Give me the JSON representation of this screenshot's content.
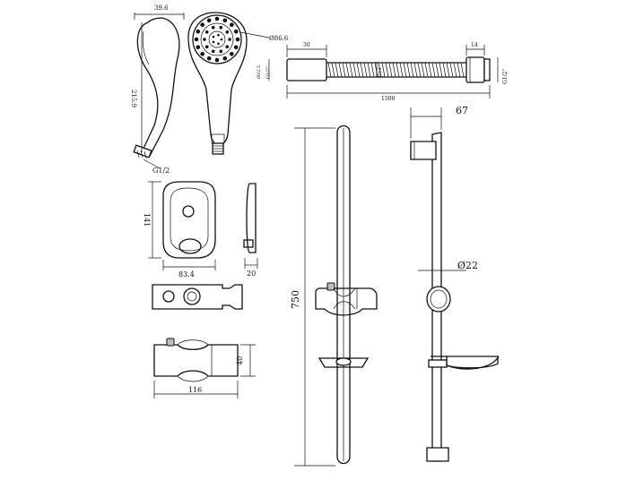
{
  "dimensions": {
    "handshower_width": "39.6",
    "handshower_face_diameter": "Ø86.6",
    "handshower_length": "215.9",
    "handshower_thread": "G1/2",
    "hose_end_length": "30",
    "hose_end_diameter": "Ø22.5",
    "hose_thread_left": "G1/2\"",
    "hose_thread_right": "G1/2\"",
    "hose_outer_diameter": "Ø14",
    "hose_nut_width": "14",
    "hose_length": "1500",
    "soap_dish_height": "141",
    "soap_dish_width": "83.4",
    "soap_dish_depth": "20",
    "slider_height": "40",
    "slider_length": "116",
    "rail_length": "750",
    "rail_offset": "67",
    "rail_diameter": "Ø22"
  }
}
